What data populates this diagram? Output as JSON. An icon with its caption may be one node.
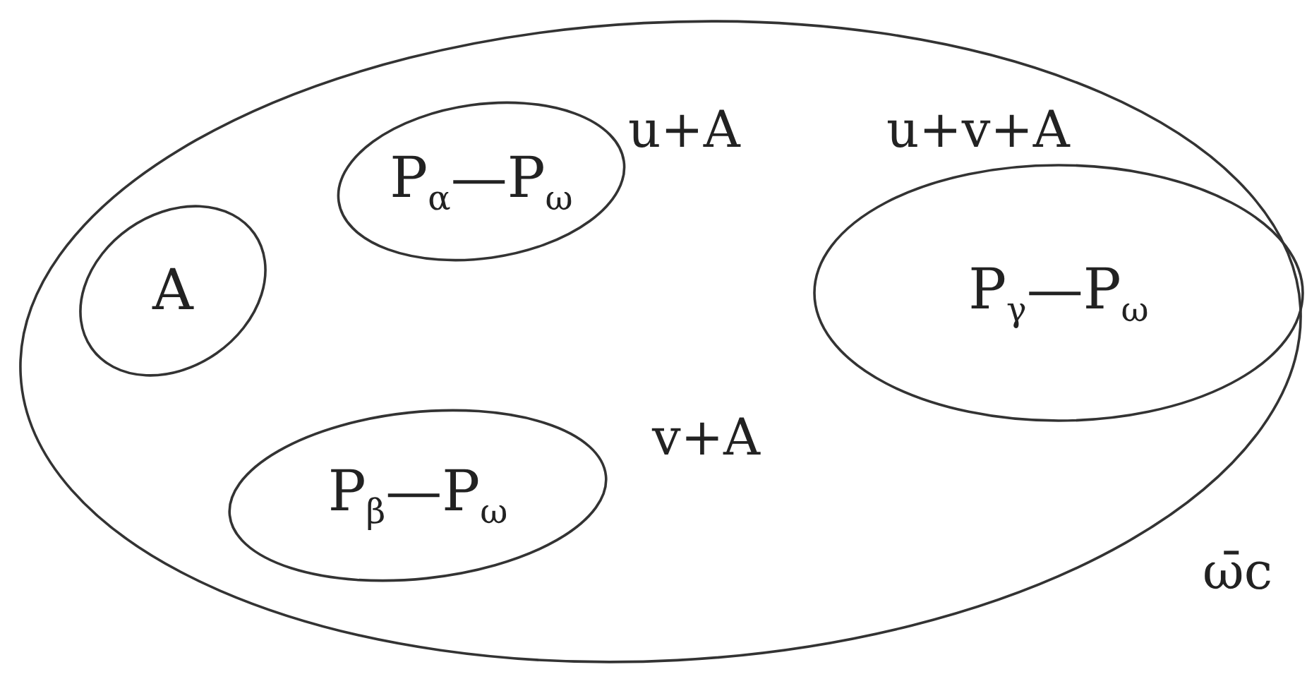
{
  "diagram": {
    "nodes": [
      {
        "text": [],
        "shape": "ellipse"
      },
      {
        "text": [
          "P$_{α}$—P$_{ω}$"
        ],
        "in": 0
      },
      {
        "text": [
          "A"
        ],
        "in": 0
      },
      {
        "text": [
          "P$_{γ}$—P$_{ω}$"
        ],
        "in": 0
      },
      {
        "text": [
          "P$_{β}$—P$_{ω}$"
        ],
        "in": 0
      }
    ],
    "labels": [
      "u+A",
      "u+v+A",
      "v+A",
      "ω̄c"
    ]
  }
}
